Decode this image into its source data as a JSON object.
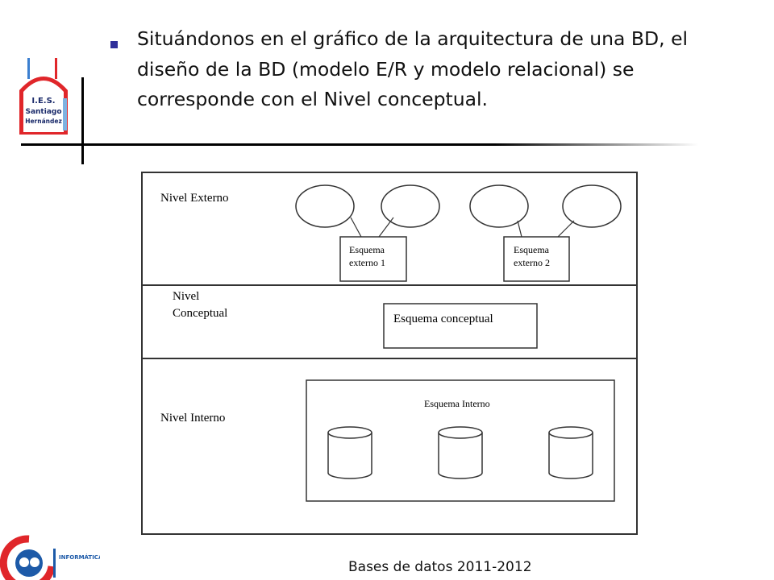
{
  "slide": {
    "body_text": "Situándonos en el gráfico de la arquitectura de una BD, el diseño de la BD (modelo E/R y modelo relacional) se corresponde con el Nivel conceptual."
  },
  "logos": {
    "ies": {
      "line1": "I.E.S.",
      "line2": "Santiago",
      "line3": "Hernández"
    },
    "informatica": {
      "label": "INFORMÁTICA"
    }
  },
  "diagram": {
    "external": {
      "label": "Nivel Externo",
      "schema1_line1": "Esquema",
      "schema1_line2": "externo 1",
      "schema2_line1": "Esquema",
      "schema2_line2": "externo 2"
    },
    "conceptual": {
      "label_line1": "Nivel",
      "label_line2": "Conceptual",
      "schema": "Esquema conceptual"
    },
    "internal": {
      "label": "Nivel Interno",
      "schema": "Esquema Interno"
    }
  },
  "footer": {
    "text": "Bases de datos 2011-2012"
  },
  "colors": {
    "bullet": "#2f2f9a",
    "logo_red": "#e0262a",
    "logo_blue": "#3b7fd0"
  }
}
